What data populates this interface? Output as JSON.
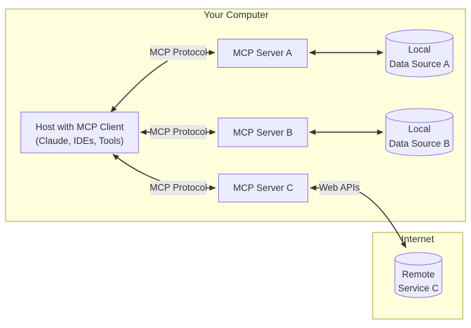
{
  "clusters": {
    "your_computer": {
      "label": "Your Computer"
    },
    "internet": {
      "label": "Internet"
    }
  },
  "nodes": {
    "host": {
      "line1": "Host with MCP Client",
      "line2": "(Claude, IDEs, Tools)"
    },
    "server_a": {
      "label": "MCP Server A"
    },
    "server_b": {
      "label": "MCP Server B"
    },
    "server_c": {
      "label": "MCP Server C"
    },
    "data_source_a": {
      "line1": "Local",
      "line2": "Data Source A"
    },
    "data_source_b": {
      "line1": "Local",
      "line2": "Data Source B"
    },
    "remote_service_c": {
      "line1": "Remote",
      "line2": "Service C"
    }
  },
  "edge_labels": {
    "protocol_a": "MCP Protocol",
    "protocol_b": "MCP Protocol",
    "protocol_c": "MCP Protocol",
    "web_apis": "Web APIs"
  },
  "colors": {
    "cluster_fill": "#ffffde",
    "cluster_stroke": "#aaaa33",
    "node_fill": "#ECECFF",
    "node_stroke": "#9370DB",
    "edge_stroke": "#333333",
    "edge_label_bg": "#e8e8e8",
    "text_color": "#333333"
  }
}
